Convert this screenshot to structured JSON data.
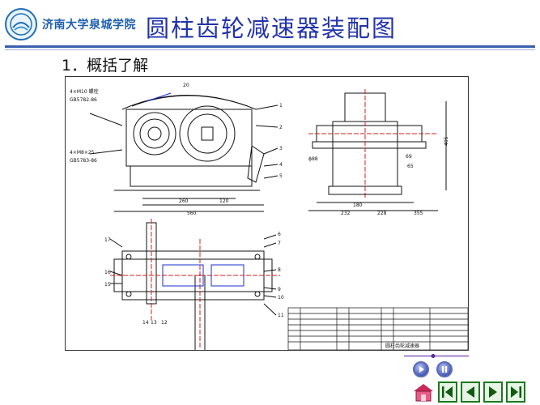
{
  "header": {
    "logo_text": "济南大学泉城学院",
    "title": "圆柱齿轮减速器装配图"
  },
  "section": {
    "heading": "1．概括了解"
  },
  "drawing": {
    "part_numbers": [
      "1",
      "2",
      "3",
      "4",
      "5",
      "6",
      "7",
      "8",
      "9",
      "10",
      "11",
      "17",
      "16",
      "15",
      "14",
      "13",
      "12",
      "20"
    ],
    "dimensions": [
      "260",
      "120",
      "560",
      "180",
      "232",
      "228",
      "355",
      "405",
      "69",
      "65",
      "88"
    ],
    "title_block_caption": "圆柱齿轮减速器"
  },
  "playback": {
    "icons": [
      "play-icon",
      "pause-icon"
    ],
    "accent_color": "#1c2f9a"
  },
  "navigation": {
    "icons": [
      "home-icon",
      "first-page-icon",
      "previous-page-icon",
      "next-page-icon",
      "last-page-icon"
    ],
    "accent_color": "#1b7a1b"
  },
  "colors": {
    "title": "#2233aa",
    "rule": "#3a5fb0",
    "drawing_line": "#111111",
    "drawing_highlight": "#1a2fd0",
    "drawing_red": "#d02020"
  }
}
